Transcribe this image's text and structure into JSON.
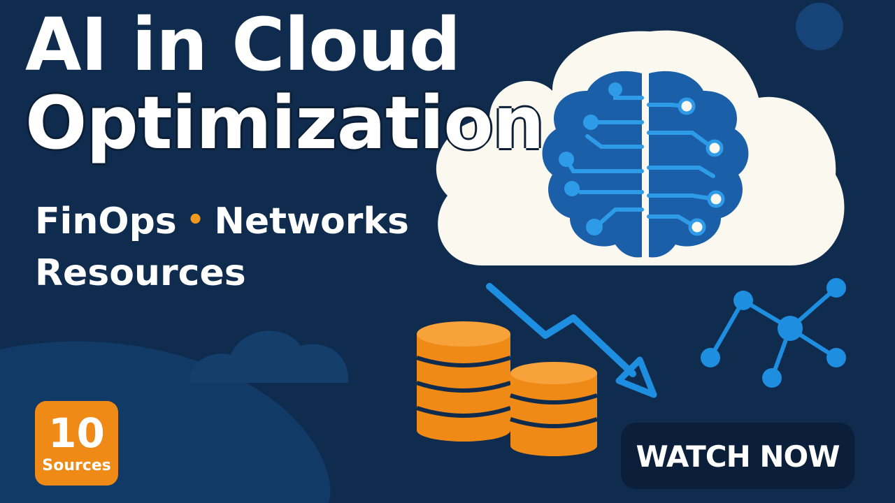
{
  "title": {
    "line1": "AI in Cloud",
    "line2": "Optimization"
  },
  "subtitle": {
    "item1": "FinOps",
    "separator": "•",
    "item2": "Networks",
    "item3": "Resources"
  },
  "badge": {
    "number": "10",
    "label": "Sources"
  },
  "cta": {
    "label": "WATCH NOW"
  },
  "icons": [
    "cloud-icon",
    "brain-circuit-icon",
    "coin-stack-icon",
    "downtrend-arrow-icon",
    "network-graph-icon"
  ],
  "colors": {
    "background": "#0f2b4e",
    "accent_orange": "#f08a17",
    "accent_blue": "#1e8fe0",
    "brain_blue": "#1a5fa8",
    "cloud_white": "#fbf8ef",
    "button_dark": "#0b1f3a"
  }
}
